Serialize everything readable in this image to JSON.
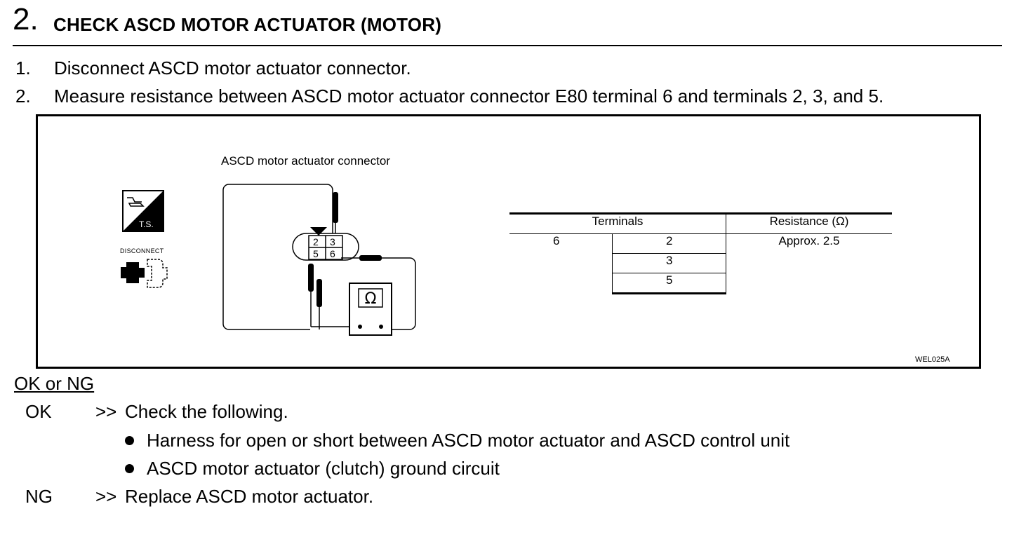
{
  "step": {
    "number": "2.",
    "title": "CHECK ASCD MOTOR ACTUATOR (MOTOR)"
  },
  "instructions": [
    {
      "num": "1.",
      "text": "Disconnect ASCD motor actuator connector."
    },
    {
      "num": "2.",
      "text": "Measure resistance between ASCD motor actuator connector E80 terminal 6 and terminals 2, 3, and 5."
    }
  ],
  "figure": {
    "connector_label": "ASCD motor actuator connector",
    "ts_icon_label": "T.S.",
    "disconnect_label": "DISCONNECT",
    "pins": [
      "2",
      "3",
      "5",
      "6"
    ],
    "meter_symbol": "Ω",
    "figure_code": "WEL025A",
    "table": {
      "headers": [
        "Terminals",
        "Resistance (Ω)"
      ],
      "from_terminal": "6",
      "to_terminals": [
        "2",
        "3",
        "5"
      ],
      "resistance": "Approx. 2.5"
    }
  },
  "result_heading": "OK or NG",
  "results": {
    "ok": {
      "tag": "OK",
      "arrow": ">>",
      "text": "Check the following.",
      "items": [
        "Harness for open or short between ASCD motor actuator and ASCD control unit",
        "ASCD motor actuator (clutch) ground circuit"
      ]
    },
    "ng": {
      "tag": "NG",
      "arrow": ">>",
      "text": "Replace ASCD motor actuator."
    }
  }
}
